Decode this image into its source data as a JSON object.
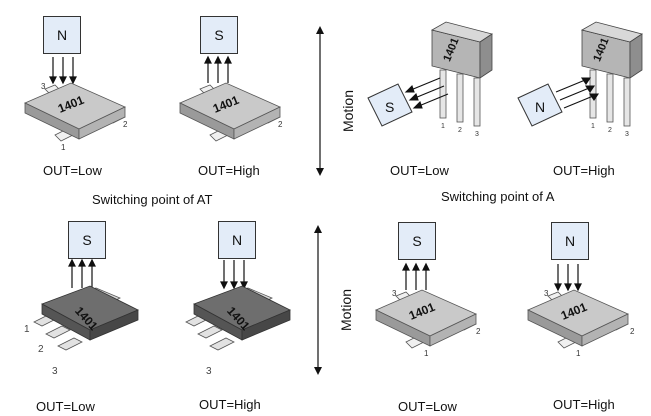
{
  "panels": {
    "top_left_1": {
      "magnet": "N",
      "chip": "1401",
      "pins": [
        "3",
        "2",
        "1"
      ],
      "out": "OUT=Low"
    },
    "top_left_2": {
      "magnet": "S",
      "chip": "1401",
      "pins": [
        "2"
      ],
      "out": "OUT=High"
    },
    "top_right_1": {
      "magnet": "S",
      "chip": "1401",
      "pins": [
        "1",
        "2",
        "3"
      ],
      "out": "OUT=Low"
    },
    "top_right_2": {
      "magnet": "N",
      "chip": "1401",
      "pins": [
        "1",
        "2",
        "3"
      ],
      "out": "OUT=High"
    },
    "bot_left_1": {
      "magnet": "S",
      "chip": "1401",
      "pins": [
        "1",
        "2",
        "3"
      ],
      "out": "OUT=Low"
    },
    "bot_left_2": {
      "magnet": "N",
      "chip": "1401",
      "pins": [
        "3"
      ],
      "out": "OUT=High"
    },
    "bot_right_1": {
      "magnet": "S",
      "chip": "1401",
      "pins": [
        "3",
        "2",
        "1"
      ],
      "out": "OUT=Low"
    },
    "bot_right_2": {
      "magnet": "N",
      "chip": "1401",
      "pins": [
        "3",
        "2",
        "1"
      ],
      "out": "OUT=High"
    }
  },
  "captions": {
    "switching_at": "Switching point of AT",
    "switching_a": "Switching point of A"
  },
  "motion_label": "Motion"
}
